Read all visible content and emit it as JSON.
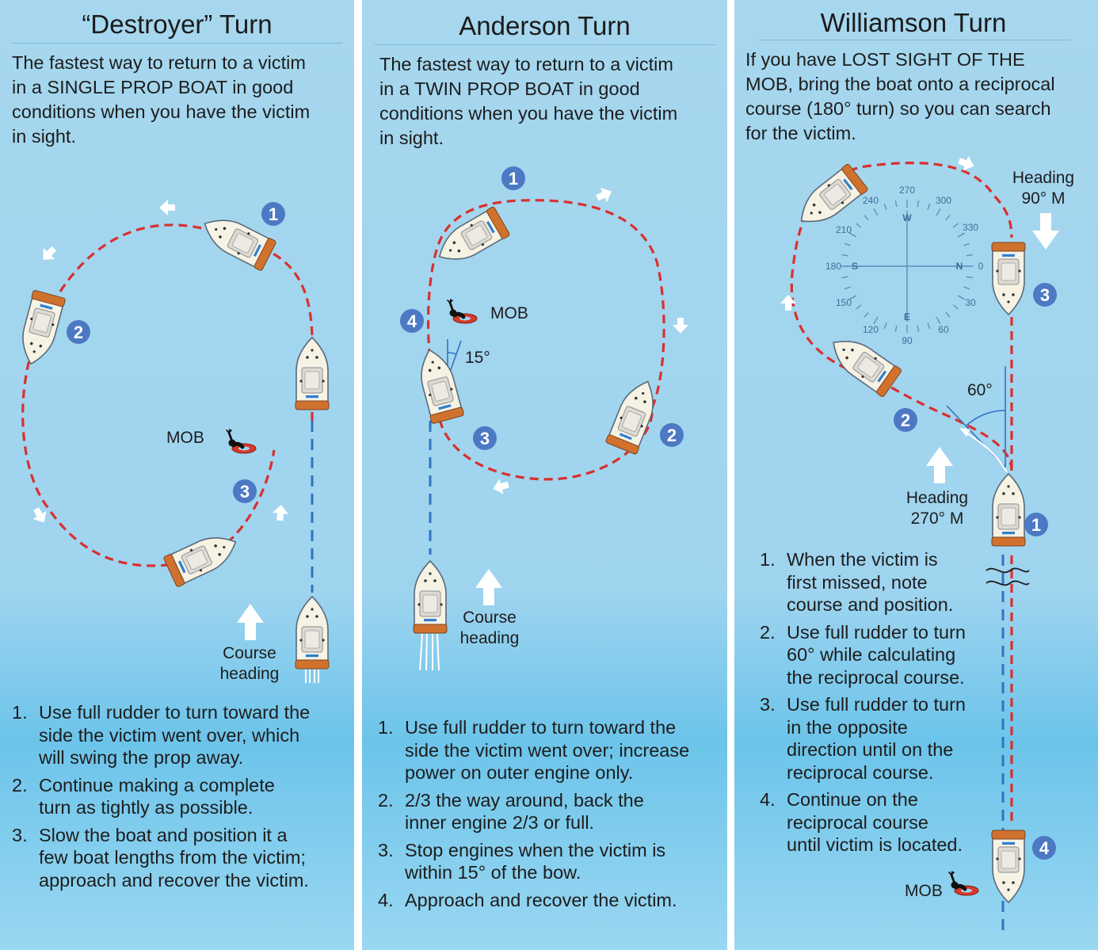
{
  "destroyer": {
    "title": "“Destroyer” Turn",
    "intro_lines": [
      "The fastest way to return to a victim",
      "in a SINGLE PROP BOAT in good",
      "conditions when you have the victim",
      "in sight."
    ],
    "mob_label": "MOB",
    "course_label": [
      "Course",
      "heading"
    ],
    "markers": [
      "1",
      "2",
      "3"
    ],
    "steps": [
      {
        "num": "1.",
        "lines": [
          "Use full rudder to turn toward the",
          "side the victim went over, which",
          "will swing the prop away."
        ]
      },
      {
        "num": "2.",
        "lines": [
          "Continue making a complete",
          "turn as tightly as possible."
        ]
      },
      {
        "num": "3.",
        "lines": [
          "Slow the boat and position it a",
          "few boat lengths from the victim;",
          "approach and recover the victim."
        ]
      }
    ]
  },
  "anderson": {
    "title": "Anderson Turn",
    "intro_lines": [
      "The fastest way to return to a victim",
      "in a TWIN PROP BOAT in good",
      "conditions when you have the victim",
      "in sight."
    ],
    "mob_label": "MOB",
    "angle_label": "15°",
    "course_label": [
      "Course",
      "heading"
    ],
    "markers": [
      "1",
      "2",
      "3",
      "4"
    ],
    "steps": [
      {
        "num": "1.",
        "lines": [
          "Use full rudder to turn toward the",
          "side the victim went over; increase",
          "power on outer engine only."
        ]
      },
      {
        "num": "2.",
        "lines": [
          "2/3 the way around, back the",
          "inner engine 2/3 or full."
        ]
      },
      {
        "num": "3.",
        "lines": [
          "Stop engines when the victim is",
          "within 15° of the bow."
        ]
      },
      {
        "num": "4.",
        "lines": [
          "Approach and recover the victim."
        ]
      }
    ]
  },
  "williamson": {
    "title": "Williamson Turn",
    "intro_lines": [
      "If you have LOST SIGHT OF THE",
      "MOB, bring the boat onto a reciprocal",
      "course (180° turn) so you can search",
      "for the victim."
    ],
    "heading_top": [
      "Heading",
      "90° M"
    ],
    "heading_bottom": [
      "Heading",
      "270° M"
    ],
    "angle_label": "60°",
    "mob_label": "MOB",
    "markers": [
      "1",
      "2",
      "3",
      "4"
    ],
    "compass": {
      "cardinals": [
        "W",
        "N",
        "E",
        "S"
      ],
      "degrees": [
        "270",
        "300",
        "330",
        "0",
        "30",
        "60",
        "90",
        "120",
        "150",
        "180",
        "210",
        "240"
      ]
    },
    "steps": [
      {
        "num": "1.",
        "lines": [
          "When the victim is",
          "first missed, note",
          "course and position."
        ]
      },
      {
        "num": "2.",
        "lines": [
          "Use full rudder to turn",
          "60° while calculating",
          "the reciprocal course."
        ]
      },
      {
        "num": "3.",
        "lines": [
          "Use full rudder to turn",
          "in the opposite",
          "direction until on the",
          "reciprocal course."
        ]
      },
      {
        "num": "4.",
        "lines": [
          "Continue on the",
          "reciprocal course",
          "until victim is located."
        ]
      }
    ]
  },
  "colors": {
    "path_red": "#d9302f",
    "path_blue": "#2f74c0",
    "badge": "#4d78c4",
    "hull": "#f6f2e4",
    "stern": "#d0722e",
    "arrow": "#ffffff"
  }
}
